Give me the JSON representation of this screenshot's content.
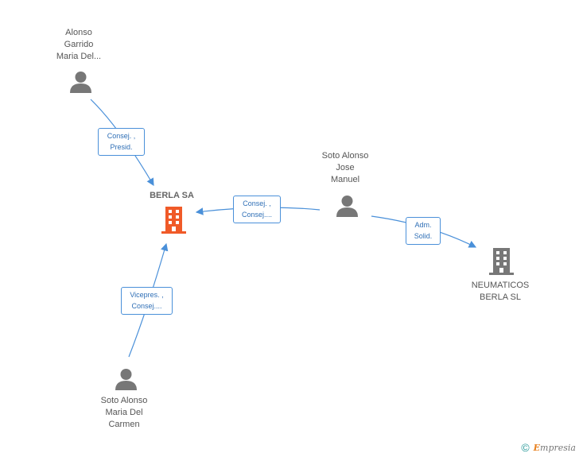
{
  "nodes": {
    "berla_sa": {
      "label": "BERLA SA",
      "color": "#f05a28"
    },
    "alonso_garrido": {
      "lines": [
        "Alonso",
        "Garrido",
        "Maria Del..."
      ]
    },
    "soto_alonso_jose": {
      "lines": [
        "Soto Alonso",
        "Jose",
        "Manuel"
      ]
    },
    "soto_alonso_maria": {
      "lines": [
        "Soto Alonso",
        "Maria Del",
        "Carmen"
      ]
    },
    "neumaticos": {
      "lines": [
        "NEUMATICOS",
        "BERLA SL"
      ]
    }
  },
  "edges": {
    "e1": [
      "Consej. ,",
      "Presid."
    ],
    "e2": [
      "Consej. ,",
      "Consej...."
    ],
    "e3": [
      "Adm.",
      "Solid."
    ],
    "e4": [
      "Vicepres. ,",
      "Consej...."
    ]
  },
  "footer": {
    "copyright": "©",
    "brand_initial": "E",
    "brand_rest": "mpresia"
  },
  "colors": {
    "edge": "#4a90d9",
    "person": "#777777",
    "company": "#777777",
    "main_company": "#f05a28"
  }
}
